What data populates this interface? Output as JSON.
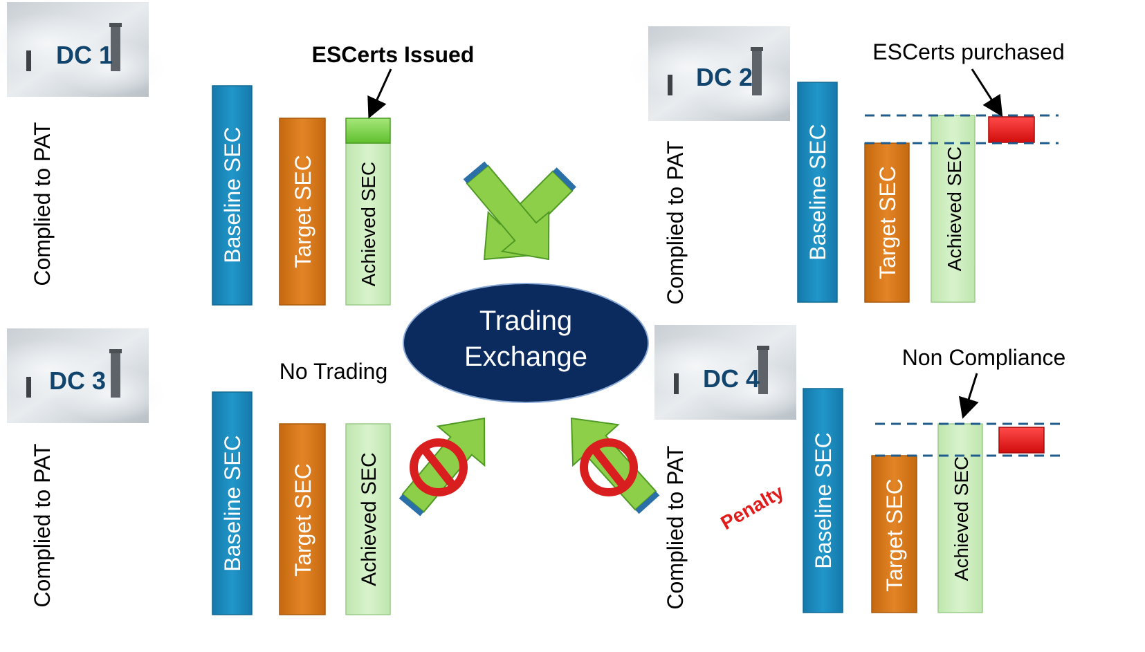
{
  "center": {
    "label_line1": "Trading",
    "label_line2": "Exchange"
  },
  "bar_labels": {
    "baseline": "Baseline SEC",
    "target": "Target SEC",
    "achieved": "Achieved SEC"
  },
  "side_label": "Complied to PAT",
  "dc1": {
    "name": "DC 1",
    "annotation": "ESCerts Issued"
  },
  "dc2": {
    "name": "DC 2",
    "annotation": "ESCerts purchased"
  },
  "dc3": {
    "name": "DC 3",
    "annotation": "No Trading"
  },
  "dc4": {
    "name": "DC 4",
    "annotation": "Non Compliance",
    "penalty": "Penalty"
  },
  "colors": {
    "baseline": "#1a86b8",
    "target": "#d8761a",
    "achieved": "#cdeec0",
    "certificate": "#7cd34a",
    "deficit": "#ee1c1c",
    "arrow": "#8ecf4a",
    "exchange": "#0b2a5e",
    "dc_label": "#12456e",
    "penalty": "#e11a1a",
    "prohibit": "#d81e1e"
  }
}
